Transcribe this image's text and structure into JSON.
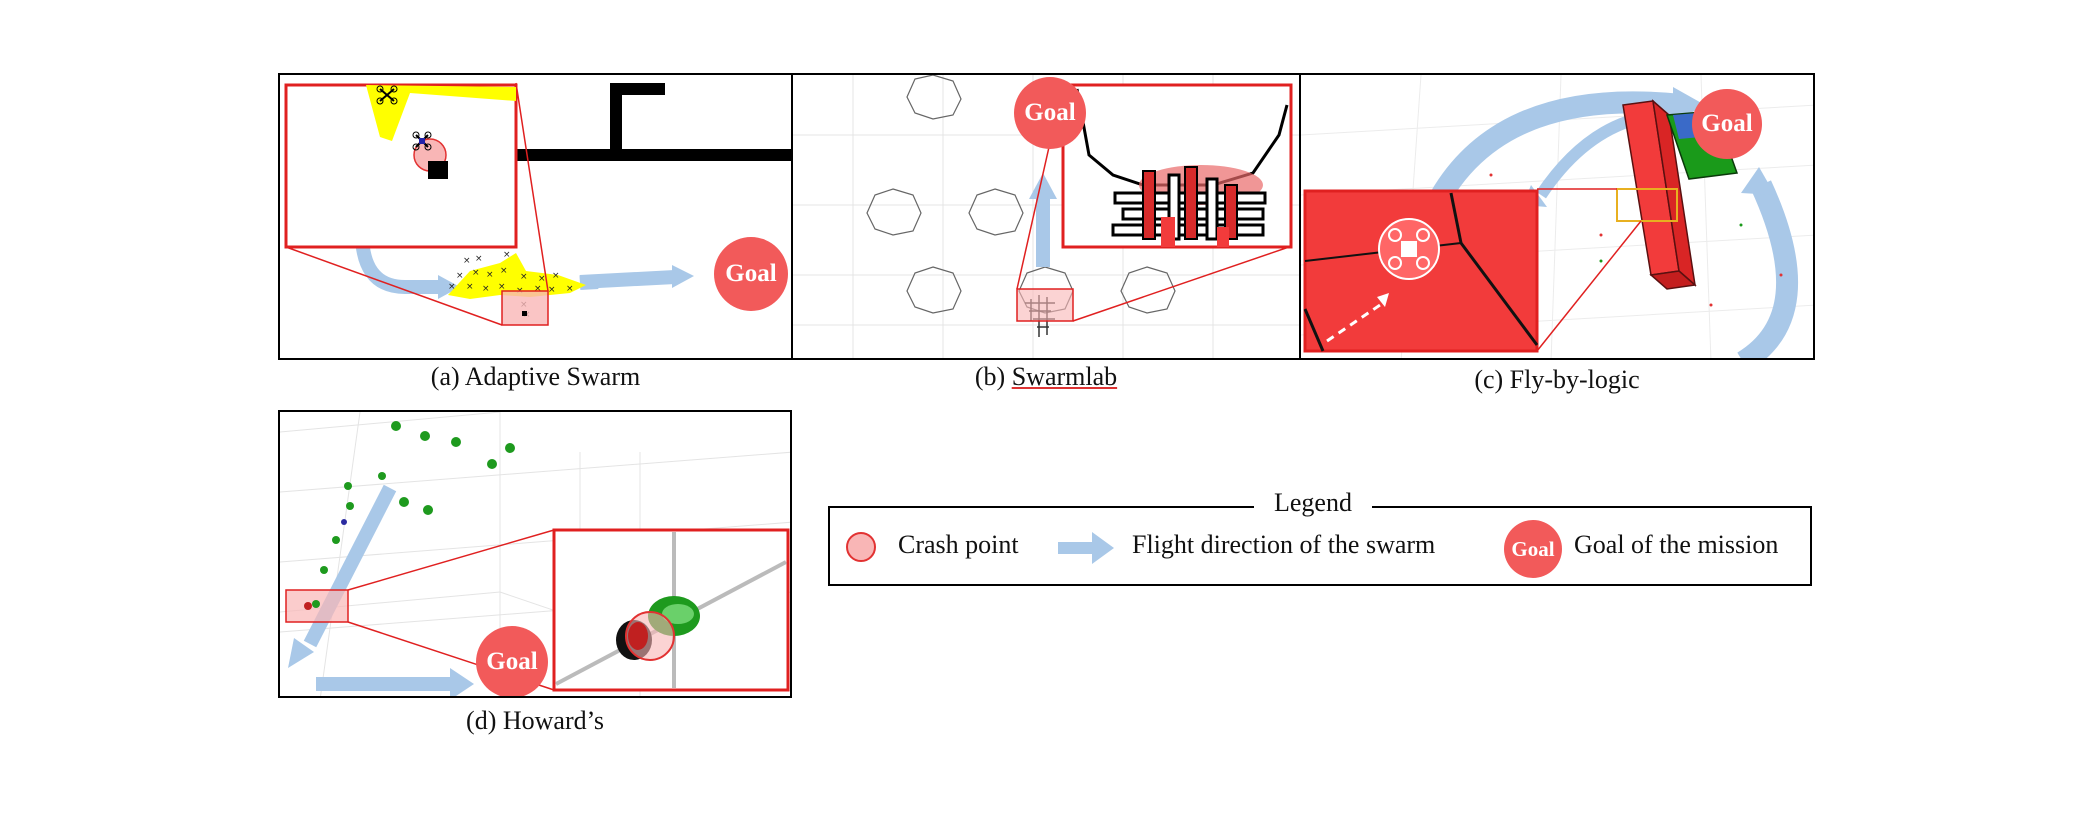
{
  "panels": {
    "a": {
      "caption_prefix": "(a)",
      "caption_name": "Adaptive Swarm",
      "goal": "Goal"
    },
    "b": {
      "caption_prefix": "(b)",
      "caption_name": "Swarmlab",
      "goal": "Goal"
    },
    "c": {
      "caption_prefix": "(c)",
      "caption_name": "Fly-by-logic",
      "goal": "Goal"
    },
    "d": {
      "caption_prefix": "(d)",
      "caption_name": "Howard’s",
      "goal": "Goal"
    }
  },
  "legend": {
    "title": "Legend",
    "crash_label": "Crash point",
    "flight_label": "Flight direction of the swarm",
    "goal_badge": "Goal",
    "goal_label": "Goal of the mission"
  },
  "colors": {
    "crash_fill": "#f9b6b6",
    "crash_stroke": "#e23232",
    "goal_fill": "#f25a5a",
    "arrow": "#a9c8e8",
    "highlight_yellow": "#ffff00",
    "zoom_frame": "#e02020",
    "obstacle_red": "#f23b3b",
    "agent_green": "#1a9a1a"
  },
  "icons": [
    "crash-point-icon",
    "flight-direction-arrow-icon",
    "goal-icon",
    "drone-icon"
  ]
}
